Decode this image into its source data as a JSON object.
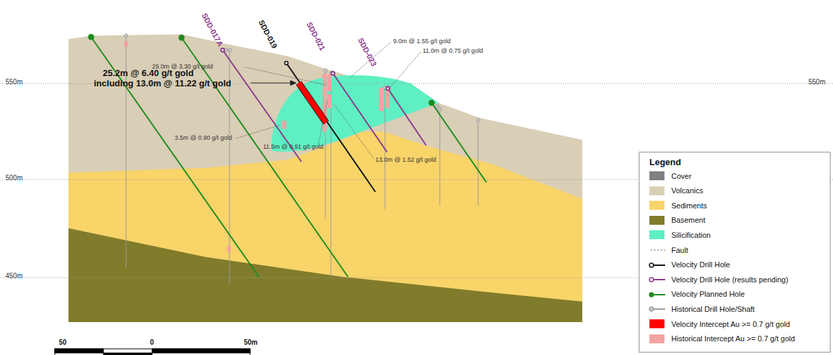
{
  "diagram": {
    "labels": [
      "550m",
      "550m",
      "500m",
      "450m",
      "SDD-017A",
      "SDD-019",
      "SDD-021",
      "SDD-023",
      "9.0m @ 1.55 g/t gold",
      "29.0m @ 3.30 g/t gold",
      "11.0m @ 0.75 g/t gold",
      "25.2m @ 6.40 g/t gold",
      "including 13.0m @ 11.22 g/t gold",
      "3.5m @ 0.90 g/t gold",
      "11.5m @ 0.91 g/t gold",
      "13.0m @ 1.52 g/t gold",
      "50",
      "0",
      "50m",
      "Legend"
    ],
    "legend": [
      {
        "text": "Cover",
        "color": "#808080"
      },
      {
        "text": "Volcanics",
        "color": "#d9ceb6"
      },
      {
        "text": "Sediments",
        "color": "#f8d469"
      },
      {
        "text": "Basement",
        "color": "#807c2c"
      },
      {
        "text": "Silicification",
        "color": "#5ef0c2"
      },
      {
        "text": "Fault"
      },
      {
        "text": "Velocity Drill Hole"
      },
      {
        "text": "Velocity Drill Hole (results pending)"
      },
      {
        "text": "Velocity Planned Hole"
      },
      {
        "text": "Historical Drill Hole/Shaft"
      },
      {
        "text": "Velocity Intercept Au >= 0.7 g/t gold",
        "color": "#ff0000"
      },
      {
        "text": "Historical Intercept Au >= 0.7 g/t gold",
        "color": "#f4a3a3"
      }
    ]
  }
}
